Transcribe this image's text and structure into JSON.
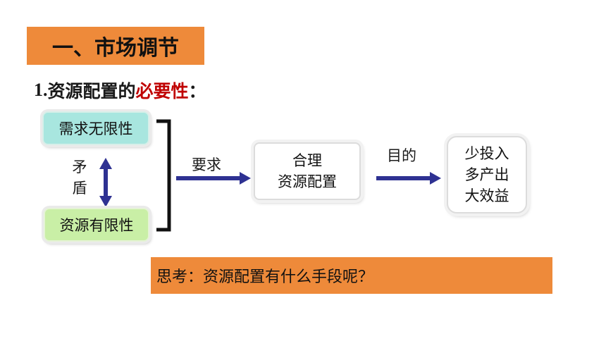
{
  "section": {
    "title": "一、市场调节"
  },
  "heading": {
    "number": "1.",
    "prefix": "资源配置的",
    "highlight": "必要性",
    "suffix": "："
  },
  "diagram": {
    "demand": "需求无限性",
    "resource": "资源有限性",
    "conflict": [
      "矛",
      "盾"
    ],
    "require_label": "要求",
    "allocation": [
      "合理",
      "资源配置"
    ],
    "purpose_label": "目的",
    "goal": [
      "少投入",
      "多产出",
      "大效益"
    ]
  },
  "question": {
    "text": "思考：资源配置有什么手段呢？"
  },
  "colors": {
    "banner": "#ee8a3a",
    "highlight": "#c00000",
    "arrow": "#2e3192",
    "demand_fill": "#a8e6df",
    "resource_fill": "#c9efa6"
  }
}
